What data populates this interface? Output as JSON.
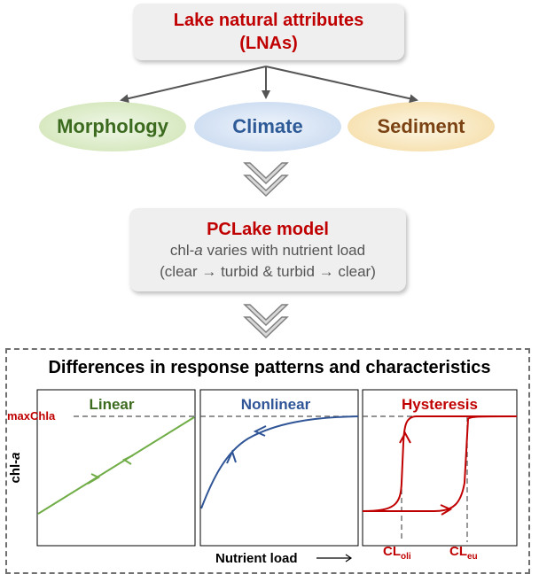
{
  "top": {
    "line1": "Lake natural attributes",
    "line2": "(LNAs)"
  },
  "attributes": [
    {
      "label": "Morphology",
      "color": "#3c6b1f"
    },
    {
      "label": "Climate",
      "color": "#2e5b97"
    },
    {
      "label": "Sediment",
      "color": "#7b4313"
    }
  ],
  "model": {
    "title": "PCLake model",
    "line1_pre": "chl-",
    "line1_italic": "a",
    "line1_post": " varies with nutrient load",
    "line2": "(clear → turbid & turbid → clear)"
  },
  "differences": {
    "title": "Differences in response patterns and characteristics",
    "y_label_pre": "chl-",
    "y_label_italic": "a",
    "max_label": "maxChla",
    "x_label": "Nutrient load",
    "panels": [
      {
        "title": "Linear",
        "color": "#70ad47"
      },
      {
        "title": "Nonlinear",
        "color": "#2f5597"
      },
      {
        "title": "Hysteresis",
        "color": "#c00000"
      }
    ],
    "cl_oli": {
      "base": "CL",
      "sub": "oli"
    },
    "cl_eu": {
      "base": "CL",
      "sub": "eu"
    }
  }
}
